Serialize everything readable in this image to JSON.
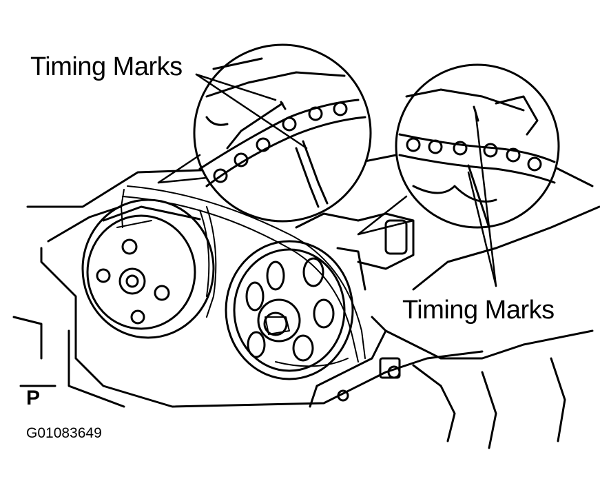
{
  "figure": {
    "callouts": [
      {
        "label": "Timing Marks"
      },
      {
        "label": "Timing Marks"
      }
    ],
    "view_code": "P",
    "figure_id": "G01083649",
    "line_color": "#000000",
    "background_color": "#ffffff"
  }
}
